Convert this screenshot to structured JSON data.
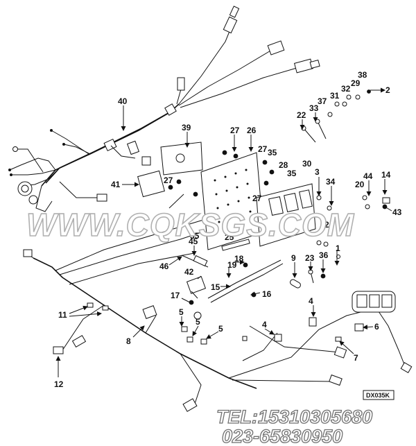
{
  "diagram": {
    "labels": [
      "1",
      "2",
      "3",
      "4",
      "5",
      "6",
      "7",
      "8",
      "9",
      "11",
      "12",
      "14",
      "15",
      "16",
      "17",
      "18",
      "19",
      "20",
      "22",
      "23",
      "24",
      "25",
      "26",
      "27",
      "28",
      "29",
      "30",
      "31",
      "32",
      "33",
      "34",
      "35",
      "36",
      "37",
      "38",
      "39",
      "40",
      "41",
      "42",
      "43",
      "44",
      "45",
      "46"
    ],
    "drawing_code": "DX035K"
  },
  "watermark": {
    "site": "WWW.CQKSGS.COM",
    "tel": "TEL:15310305680",
    "phone": "023-65830950"
  }
}
